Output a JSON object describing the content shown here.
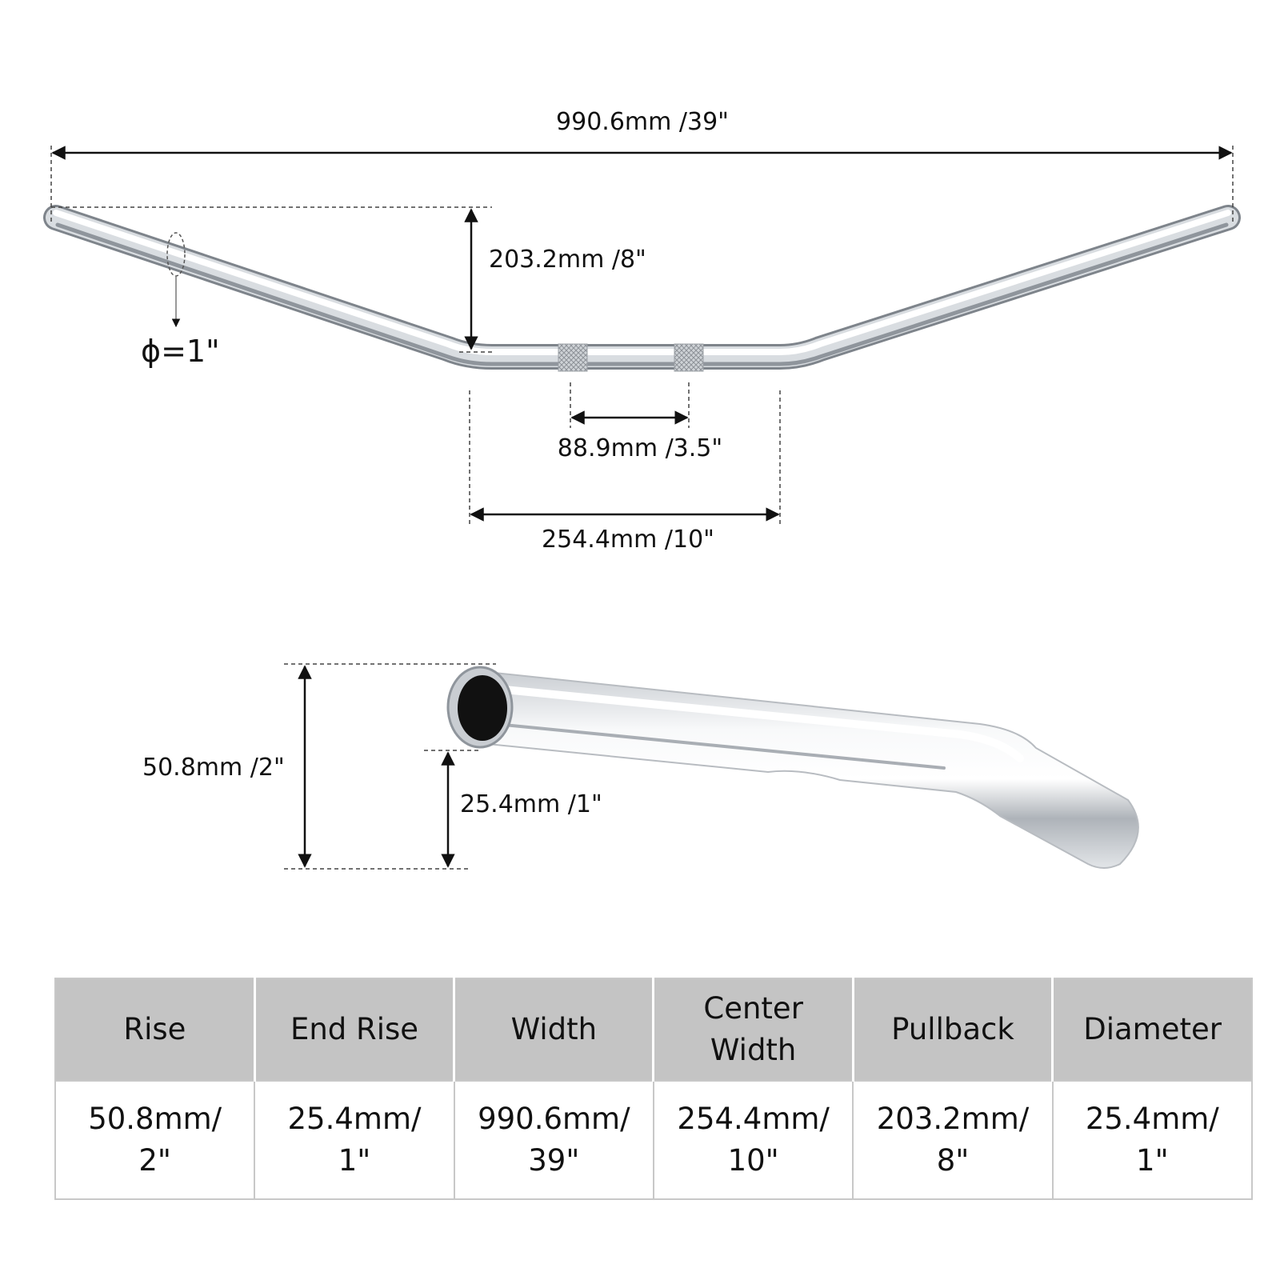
{
  "diagram": {
    "dimensions": {
      "overall_width": "990.6mm /39\"",
      "pullback": "203.2mm /8\"",
      "diameter_symbol": "ϕ=1\"",
      "knurl_spacing": "88.9mm /3.5\"",
      "center_width": "254.4mm /10\"",
      "rise": "50.8mm /2\"",
      "end_rise": "25.4mm /1\""
    },
    "colors": {
      "chrome_dark": "#8a8f96",
      "chrome_light": "#f6f7f9",
      "dimension_line": "#111111",
      "extension_line": "#444444"
    }
  },
  "table": {
    "headers": [
      {
        "line1": "Rise",
        "line2": ""
      },
      {
        "line1": "End Rise",
        "line2": ""
      },
      {
        "line1": "Width",
        "line2": ""
      },
      {
        "line1": "Center",
        "line2": "Width"
      },
      {
        "line1": "Pullback",
        "line2": ""
      },
      {
        "line1": "Diameter",
        "line2": ""
      }
    ],
    "values": [
      {
        "line1": "50.8mm/",
        "line2": "2\""
      },
      {
        "line1": "25.4mm/",
        "line2": "1\""
      },
      {
        "line1": "990.6mm/",
        "line2": "39\""
      },
      {
        "line1": "254.4mm/",
        "line2": "10\""
      },
      {
        "line1": "203.2mm/",
        "line2": "8\""
      },
      {
        "line1": "25.4mm/",
        "line2": "1\""
      }
    ],
    "colors": {
      "header_bg": "#c4c4c4",
      "border": "#c8c8c8"
    }
  }
}
